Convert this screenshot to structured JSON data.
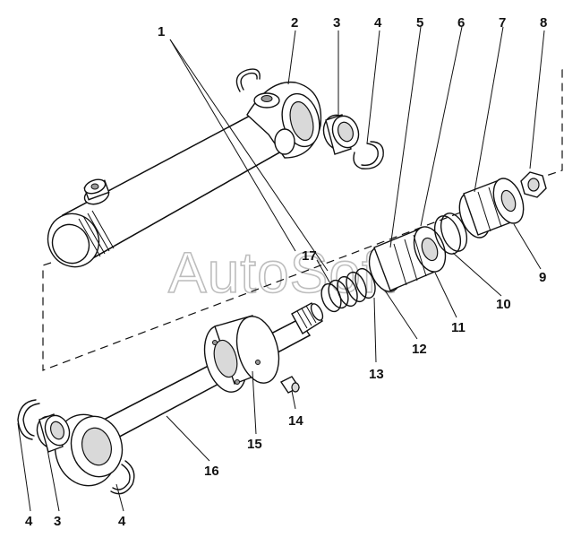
{
  "watermark": "AutoSoft",
  "callouts": [
    "1",
    "2",
    "3",
    "4",
    "5",
    "6",
    "7",
    "8",
    "9",
    "10",
    "11",
    "12",
    "13",
    "14",
    "15",
    "16",
    "17",
    "4",
    "3",
    "4"
  ]
}
